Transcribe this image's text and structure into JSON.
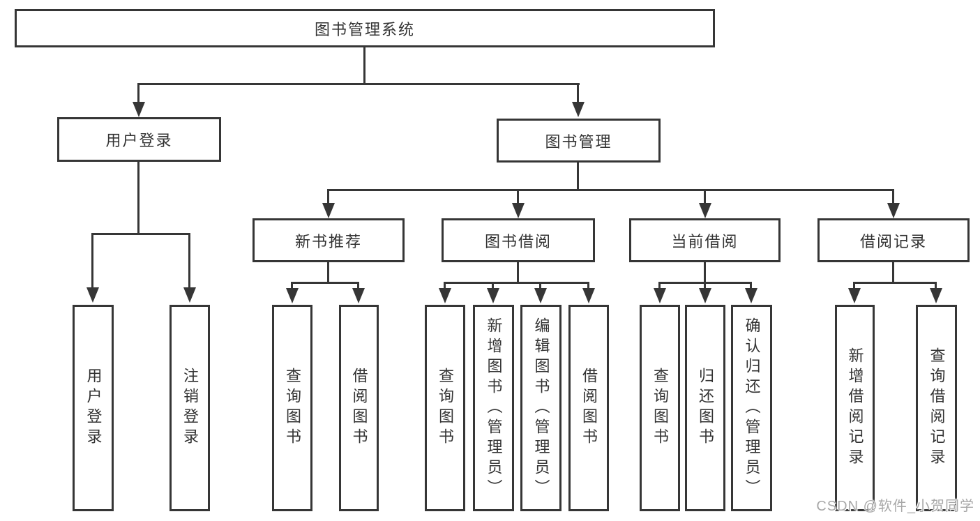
{
  "diagram": {
    "tree": {
      "label": "图书管理系统",
      "children": [
        {
          "label": "用户登录",
          "children": [
            {
              "label": "用户登录"
            },
            {
              "label": "注销登录"
            }
          ]
        },
        {
          "label": "图书管理",
          "children": [
            {
              "label": "新书推荐",
              "children": [
                {
                  "label": "查询图书"
                },
                {
                  "label": "借阅图书"
                }
              ]
            },
            {
              "label": "图书借阅",
              "children": [
                {
                  "label": "查询图书"
                },
                {
                  "label": "新增图书（管理员）"
                },
                {
                  "label": "编辑图书（管理员）"
                },
                {
                  "label": "借阅图书"
                }
              ]
            },
            {
              "label": "当前借阅",
              "children": [
                {
                  "label": "查询图书"
                },
                {
                  "label": "归还图书"
                },
                {
                  "label": "确认归还（管理员）"
                }
              ]
            },
            {
              "label": "借阅记录",
              "children": [
                {
                  "label": "新增借阅记录"
                },
                {
                  "label": "查询借阅记录"
                }
              ]
            }
          ]
        }
      ]
    },
    "watermark": "CSDN @软件_小贺同学",
    "colors": {
      "line": "#363636",
      "text": "#333333",
      "background": "#ffffff",
      "watermark": "#a8a8a8"
    }
  }
}
